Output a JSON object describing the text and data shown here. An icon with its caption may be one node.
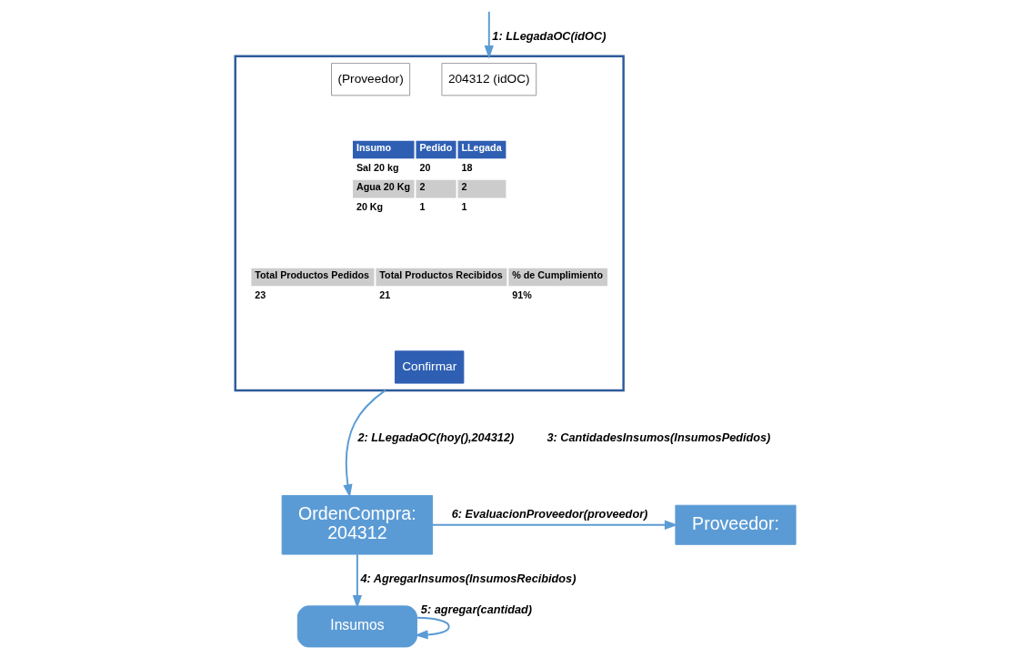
{
  "diagram": {
    "nodes": [
      {
        "text": [],
        "shape": "box"
      },
      {
        "text": [
          "204312 (idOC)"
        ],
        "in": 0
      },
      {
        "text": [
          "(Proveedor)"
        ],
        "in": 0
      },
      {
        "text": [
          "Confirmar"
        ],
        "in": 0
      },
      {
        "text": [
          "OrdenCompra:",
          "204312"
        ]
      },
      {
        "text": [
          "Proveedor:"
        ]
      },
      {
        "text": [
          "Insumos"
        ]
      }
    ],
    "edges": [
      {
        "from": null,
        "to": 0,
        "arrow": "to",
        "label": "1: LLegadaOC(idOC)"
      },
      {
        "from": 0,
        "to": 4,
        "arrow": "to",
        "label": "2: LLegadaOC(hoy(),204312)"
      },
      {
        "from": 4,
        "to": 5,
        "arrow": "to",
        "label": "6: EvaluacionProveedor(proveedor)"
      },
      {
        "from": 4,
        "to": 6,
        "arrow": "to",
        "label": "4: AgregarInsumos(InsumosRecibidos)"
      },
      {
        "from": 6,
        "to": 6,
        "arrow": "to",
        "label": "5: agregar(cantidad)"
      }
    ],
    "labels": [
      "Insumo",
      "Pedido",
      "LLegada",
      "Sal 20 kg",
      "20",
      "18",
      "Agua 20 Kg",
      "2",
      "2",
      "20 Kg",
      "1",
      "1",
      "Total Productos Pedidos",
      "Total Productos Recibidos",
      "% de Cumplimiento",
      "23",
      "21",
      "91%",
      "3: CantidadesInsumos(InsumosPedidos)"
    ]
  }
}
